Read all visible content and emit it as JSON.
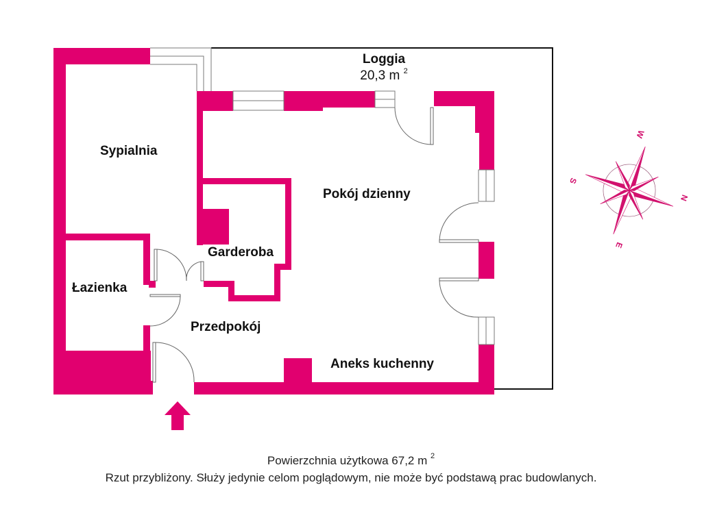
{
  "colors": {
    "wall": "#e1006f",
    "window": "#ffffff",
    "outline": "#7a7a7a",
    "balcony_outline": "#111111",
    "compass": "#d2116e"
  },
  "rooms": {
    "sypialnia": "Sypialnia",
    "lazienka": "Łazienka",
    "garderoba": "Garderoba",
    "przedpokoj": "Przedpokój",
    "pokoj_dzienny": "Pokój dzienny",
    "aneks_kuchenny": "Aneks kuchenny"
  },
  "loggia": {
    "name": "Loggia",
    "area_value": "20,3 m",
    "area_unit_sup": "2"
  },
  "compass": {
    "north": "N",
    "south": "S",
    "east": "E",
    "west": "W"
  },
  "entrance_icon": "up-arrow-icon",
  "footer": {
    "usable_area_text": "Powierzchnia użytkowa 67,2 m",
    "usable_area_sup": "2",
    "disclaimer": "Rzut przybliżony. Służy jedynie celom poglądowym, nie może być podstawą prac budowlanych."
  }
}
